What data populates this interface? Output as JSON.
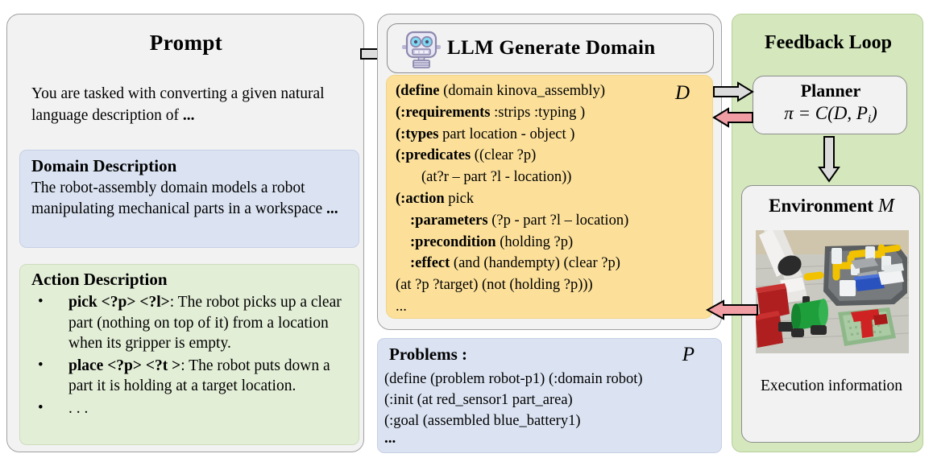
{
  "prompt": {
    "title": "Prompt",
    "intro": "You are tasked with converting a given natural language description of",
    "intro_ellipsis": "...",
    "domain_description": {
      "title": "Domain Description",
      "body": "The robot-assembly domain models a robot manipulating mechanical parts in a workspace",
      "ellipsis": "..."
    },
    "action_description": {
      "title": "Action Description",
      "bullet_glyph": "•",
      "items": [
        {
          "signature": "pick <?p> <?l>",
          "text": ":  The robot picks up a clear part (nothing on top of it) from a location when its gripper is empty."
        },
        {
          "signature": "place <?p> <?t >",
          "text": ":  The robot puts down a part it is holding at a target location."
        },
        {
          "signature": "",
          "text": ". . ."
        }
      ]
    }
  },
  "middle": {
    "llm_header": {
      "icon": "robot-icon",
      "title": "LLM  Generate  Domain"
    },
    "domain_marker": "D",
    "pddl_lines": [
      {
        "indent": 0,
        "keyword": "(define",
        "rest": " (domain kinova_assembly)"
      },
      {
        "indent": 0,
        "keyword": "(:requirements",
        "rest": " :strips :typing )"
      },
      {
        "indent": 0,
        "keyword": "(:types",
        "rest": " part location - object )"
      },
      {
        "indent": 0,
        "keyword": "(:predicates",
        "rest": "  ((clear ?p)"
      },
      {
        "indent": 2,
        "keyword": "",
        "rest": "(at?r – part ?l - location))"
      },
      {
        "indent": 0,
        "keyword": "(:action",
        "rest": " pick"
      },
      {
        "indent": 1,
        "keyword": ":parameters",
        "rest": " (?p - part ?l – location)"
      },
      {
        "indent": 1,
        "keyword": ":precondition",
        "rest": " (holding ?p)"
      },
      {
        "indent": 1,
        "keyword": ":effect",
        "rest": " (and (handempty) (clear ?p)"
      },
      {
        "indent": 0,
        "keyword": "",
        "rest": "(at ?p ?target) (not (holding ?p)))"
      },
      {
        "indent": 0,
        "keyword": "",
        "rest": "..."
      }
    ],
    "problems": {
      "title": "Problems :",
      "marker": "P",
      "lines": [
        " (define (problem robot-p1) (:domain robot)",
        " (:init    (at red_sensor1 part_area)",
        "(:goal  (assembled blue_battery1)"
      ],
      "ellipsis": "..."
    }
  },
  "feedback": {
    "title": "Feedback Loop",
    "planner": {
      "title": "Planner",
      "formula_pi": "π",
      "formula_eq": " = ",
      "formula_c": "C(D, P",
      "formula_sub": "i",
      "formula_close": ")"
    },
    "environment": {
      "title": "Environment",
      "marker": "M",
      "caption": "Execution information",
      "photo_alt": "robot-arm-workspace-photo"
    }
  },
  "arrows": {
    "prompt_to_llm": "gray-arrow-right",
    "domain_to_planner": "gray-arrow-right",
    "planner_to_domain": "pink-arrow-left",
    "planner_to_environment": "gray-arrow-down",
    "environment_to_domain": "pink-arrow-left"
  },
  "colors": {
    "panel_gray": "#f2f2f2",
    "panel_border": "#a0a0a0",
    "blue_box": "#dbe3f2",
    "green_box": "#e3eed7",
    "yellow_box": "#fce09a",
    "feedback_green": "#d5e8bd",
    "arrow_gray": "#d9d9d9",
    "arrow_pink": "#f09da4"
  }
}
